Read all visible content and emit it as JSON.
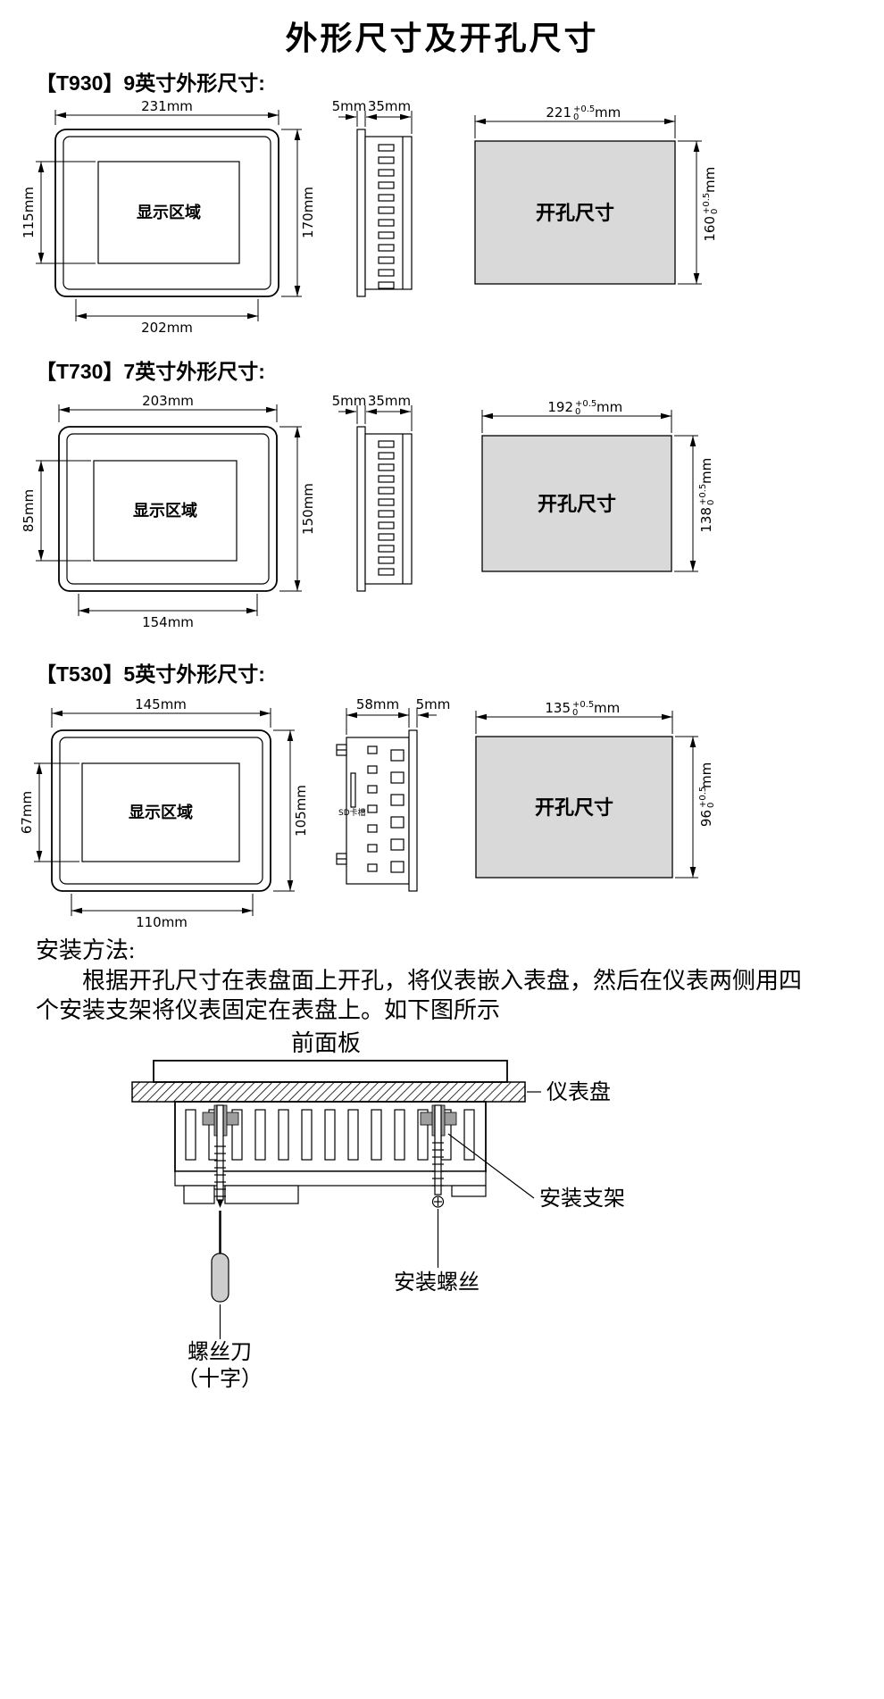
{
  "page": {
    "title": "外形尺寸及开孔尺寸"
  },
  "colors": {
    "cutout_fill": "#d9d9d9"
  },
  "sections": [
    {
      "header": "【T930】9英寸外形尺寸:",
      "front": {
        "top": "231mm",
        "right": "170mm",
        "left": "115mm",
        "bottom": "202mm",
        "display": "显示区域"
      },
      "side": {
        "d1": "5mm",
        "d2": "35mm"
      },
      "cutout": {
        "label": "开孔尺寸",
        "w": "221",
        "w_tol_up": "+0.5",
        "w_tol_dn": "0",
        "w_unit": "mm",
        "h": "160",
        "h_tol_up": "+0.5",
        "h_tol_dn": "0",
        "h_unit": "mm"
      }
    },
    {
      "header": "【T730】7英寸外形尺寸:",
      "front": {
        "top": "203mm",
        "right": "150mm",
        "left": "85mm",
        "bottom": "154mm",
        "display": "显示区域"
      },
      "side": {
        "d1": "5mm",
        "d2": "35mm"
      },
      "cutout": {
        "label": "开孔尺寸",
        "w": "192",
        "w_tol_up": "+0.5",
        "w_tol_dn": "0",
        "w_unit": "mm",
        "h": "138",
        "h_tol_up": "+0.5",
        "h_tol_dn": "0",
        "h_unit": "mm"
      }
    },
    {
      "header": "【T530】5英寸外形尺寸:",
      "front": {
        "top": "145mm",
        "right": "105mm",
        "left": "67mm",
        "bottom": "110mm",
        "display": "显示区域"
      },
      "side": {
        "d1": "58mm",
        "d2": "5mm",
        "sd": "SD卡槽"
      },
      "cutout": {
        "label": "开孔尺寸",
        "w": "135",
        "w_tol_up": "+0.5",
        "w_tol_dn": "0",
        "w_unit": "mm",
        "h": "96",
        "h_tol_up": "+0.5",
        "h_tol_dn": "0",
        "h_unit": "mm"
      }
    }
  ],
  "install": {
    "heading": "安装方法:",
    "body": "根据开孔尺寸在表盘面上开孔，将仪表嵌入表盘，然后在仪表两侧用四个安装支架将仪表固定在表盘上。如下图所示",
    "front_panel": "前面板",
    "panel": "仪表盘",
    "bracket": "安装支架",
    "screw": "安装螺丝",
    "driver1": "螺丝刀",
    "driver2": "（十字）"
  }
}
